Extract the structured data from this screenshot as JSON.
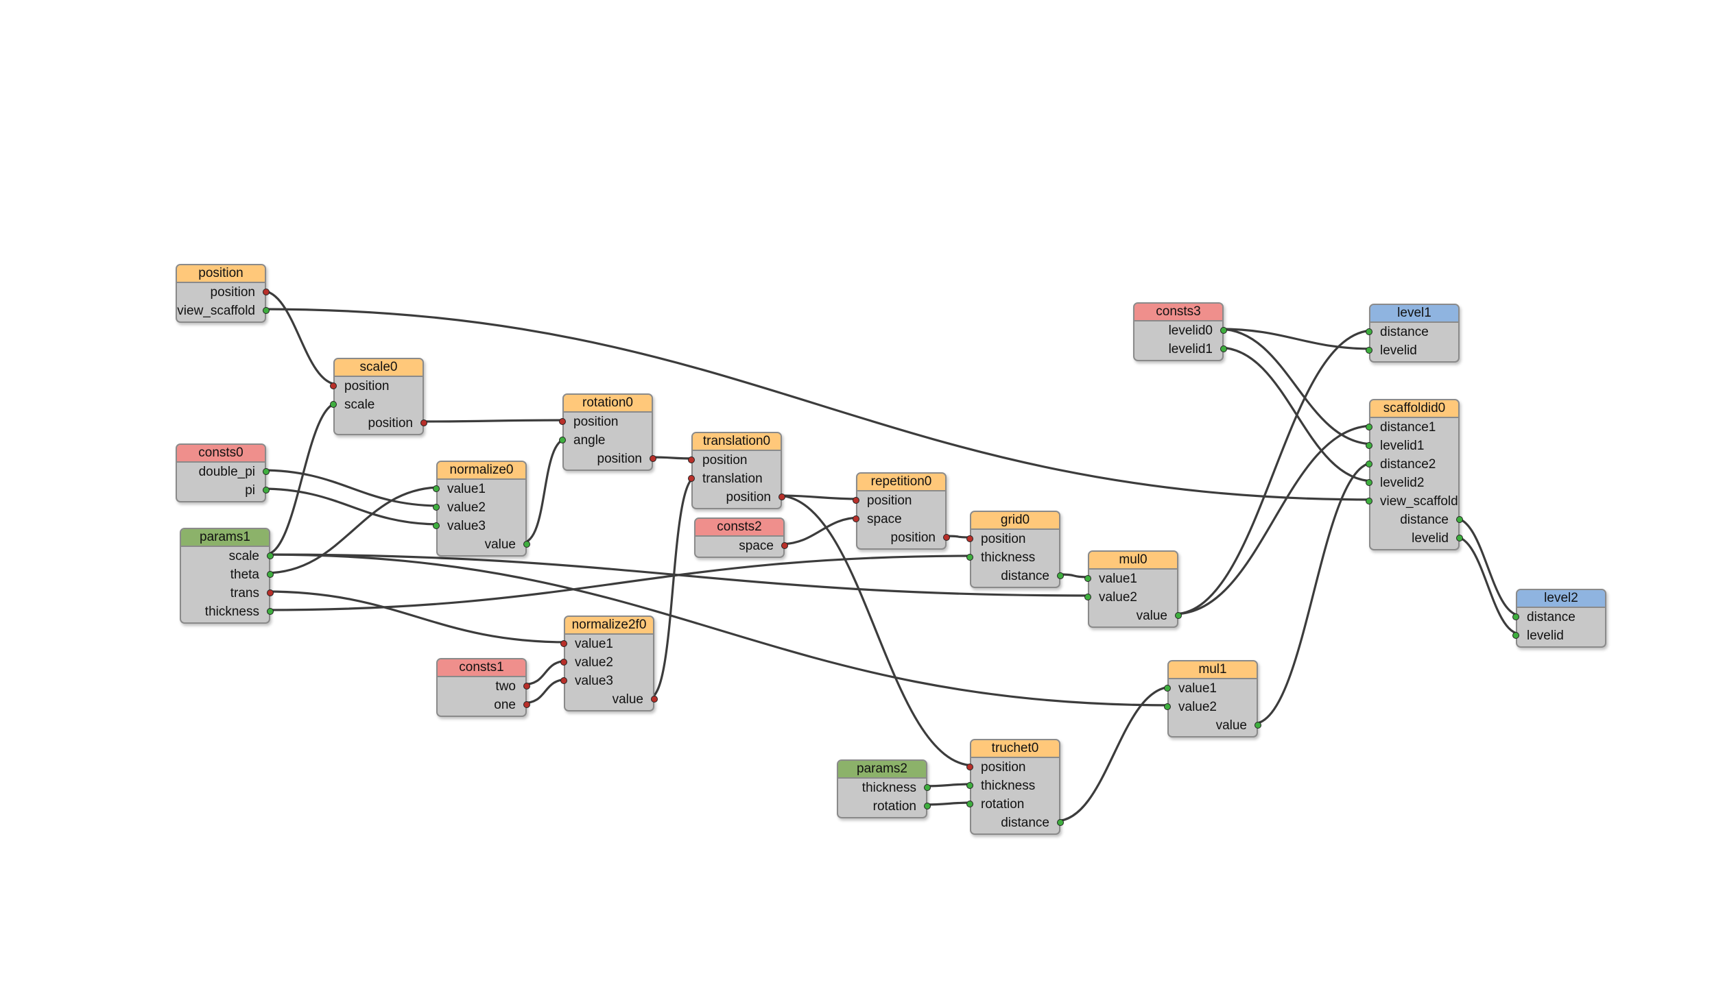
{
  "nodes": [
    {
      "id": "position",
      "title": "position",
      "color": "orange",
      "inputs": [],
      "outputs": [
        {
          "label": "position",
          "t": "r"
        },
        {
          "label": "view_scaffold",
          "t": "g"
        }
      ]
    },
    {
      "id": "scale0",
      "title": "scale0",
      "color": "orange",
      "inputs": [
        {
          "label": "position",
          "t": "r"
        },
        {
          "label": "scale",
          "t": "g"
        }
      ],
      "outputs": [
        {
          "label": "position",
          "t": "r"
        }
      ]
    },
    {
      "id": "rotation0",
      "title": "rotation0",
      "color": "orange",
      "inputs": [
        {
          "label": "position",
          "t": "r"
        },
        {
          "label": "angle",
          "t": "g"
        }
      ],
      "outputs": [
        {
          "label": "position",
          "t": "r"
        }
      ]
    },
    {
      "id": "consts0",
      "title": "consts0",
      "color": "red",
      "inputs": [],
      "outputs": [
        {
          "label": "double_pi",
          "t": "g"
        },
        {
          "label": "pi",
          "t": "g"
        }
      ]
    },
    {
      "id": "normalize0",
      "title": "normalize0",
      "color": "orange",
      "inputs": [
        {
          "label": "value1",
          "t": "g"
        },
        {
          "label": "value2",
          "t": "g"
        },
        {
          "label": "value3",
          "t": "g"
        }
      ],
      "outputs": [
        {
          "label": "value",
          "t": "g"
        }
      ]
    },
    {
      "id": "translation0",
      "title": "translation0",
      "color": "orange",
      "inputs": [
        {
          "label": "position",
          "t": "r"
        },
        {
          "label": "translation",
          "t": "r"
        }
      ],
      "outputs": [
        {
          "label": "position",
          "t": "r"
        }
      ]
    },
    {
      "id": "repetition0",
      "title": "repetition0",
      "color": "orange",
      "inputs": [
        {
          "label": "position",
          "t": "r"
        },
        {
          "label": "space",
          "t": "r"
        }
      ],
      "outputs": [
        {
          "label": "position",
          "t": "r"
        }
      ]
    },
    {
      "id": "consts2",
      "title": "consts2",
      "color": "red",
      "inputs": [],
      "outputs": [
        {
          "label": "space",
          "t": "r"
        }
      ]
    },
    {
      "id": "params1",
      "title": "params1",
      "color": "green",
      "inputs": [],
      "outputs": [
        {
          "label": "scale",
          "t": "g"
        },
        {
          "label": "theta",
          "t": "g"
        },
        {
          "label": "trans",
          "t": "r"
        },
        {
          "label": "thickness",
          "t": "g"
        }
      ]
    },
    {
      "id": "grid0",
      "title": "grid0",
      "color": "orange",
      "inputs": [
        {
          "label": "position",
          "t": "r"
        },
        {
          "label": "thickness",
          "t": "g"
        }
      ],
      "outputs": [
        {
          "label": "distance",
          "t": "g"
        }
      ]
    },
    {
      "id": "mul0",
      "title": "mul0",
      "color": "orange",
      "inputs": [
        {
          "label": "value1",
          "t": "g"
        },
        {
          "label": "value2",
          "t": "g"
        }
      ],
      "outputs": [
        {
          "label": "value",
          "t": "g"
        }
      ]
    },
    {
      "id": "consts3",
      "title": "consts3",
      "color": "red",
      "inputs": [],
      "outputs": [
        {
          "label": "levelid0",
          "t": "g"
        },
        {
          "label": "levelid1",
          "t": "g"
        }
      ]
    },
    {
      "id": "level1",
      "title": "level1",
      "color": "blue",
      "inputs": [
        {
          "label": "distance",
          "t": "g"
        },
        {
          "label": "levelid",
          "t": "g"
        }
      ],
      "outputs": []
    },
    {
      "id": "scaffoldid0",
      "title": "scaffoldid0",
      "color": "orange",
      "inputs": [
        {
          "label": "distance1",
          "t": "g"
        },
        {
          "label": "levelid1",
          "t": "g"
        },
        {
          "label": "distance2",
          "t": "g"
        },
        {
          "label": "levelid2",
          "t": "g"
        },
        {
          "label": "view_scaffold",
          "t": "g"
        }
      ],
      "outputs": [
        {
          "label": "distance",
          "t": "g"
        },
        {
          "label": "levelid",
          "t": "g"
        }
      ]
    },
    {
      "id": "level2",
      "title": "level2",
      "color": "blue",
      "inputs": [
        {
          "label": "distance",
          "t": "g"
        },
        {
          "label": "levelid",
          "t": "g"
        }
      ],
      "outputs": []
    },
    {
      "id": "normalize2f0",
      "title": "normalize2f0",
      "color": "orange",
      "inputs": [
        {
          "label": "value1",
          "t": "r"
        },
        {
          "label": "value2",
          "t": "r"
        },
        {
          "label": "value3",
          "t": "r"
        }
      ],
      "outputs": [
        {
          "label": "value",
          "t": "r"
        }
      ]
    },
    {
      "id": "consts1",
      "title": "consts1",
      "color": "red",
      "inputs": [],
      "outputs": [
        {
          "label": "two",
          "t": "r"
        },
        {
          "label": "one",
          "t": "r"
        }
      ]
    },
    {
      "id": "mul1",
      "title": "mul1",
      "color": "orange",
      "inputs": [
        {
          "label": "value1",
          "t": "g"
        },
        {
          "label": "value2",
          "t": "g"
        }
      ],
      "outputs": [
        {
          "label": "value",
          "t": "g"
        }
      ]
    },
    {
      "id": "params2",
      "title": "params2",
      "color": "green",
      "inputs": [],
      "outputs": [
        {
          "label": "thickness",
          "t": "g"
        },
        {
          "label": "rotation",
          "t": "g"
        }
      ]
    },
    {
      "id": "truchet0",
      "title": "truchet0",
      "color": "orange",
      "inputs": [
        {
          "label": "position",
          "t": "r"
        },
        {
          "label": "thickness",
          "t": "g"
        },
        {
          "label": "rotation",
          "t": "g"
        }
      ],
      "outputs": [
        {
          "label": "distance",
          "t": "g"
        }
      ]
    }
  ],
  "edges": [
    {
      "from": "position.position",
      "to": "scale0.position"
    },
    {
      "from": "position.view_scaffold",
      "to": "scaffoldid0.view_scaffold"
    },
    {
      "from": "scale0.position",
      "to": "rotation0.position"
    },
    {
      "from": "params1.scale",
      "to": "scale0.scale"
    },
    {
      "from": "rotation0.position",
      "to": "translation0.position"
    },
    {
      "from": "normalize0.value",
      "to": "rotation0.angle"
    },
    {
      "from": "consts0.double_pi",
      "to": "normalize0.value2"
    },
    {
      "from": "consts0.pi",
      "to": "normalize0.value3"
    },
    {
      "from": "params1.theta",
      "to": "normalize0.value1"
    },
    {
      "from": "normalize2f0.value",
      "to": "translation0.translation"
    },
    {
      "from": "translation0.position",
      "to": "repetition0.position"
    },
    {
      "from": "translation0.position",
      "to": "truchet0.position"
    },
    {
      "from": "consts2.space",
      "to": "repetition0.space"
    },
    {
      "from": "repetition0.position",
      "to": "grid0.position"
    },
    {
      "from": "params1.thickness",
      "to": "grid0.thickness"
    },
    {
      "from": "params1.scale",
      "to": "mul0.value2"
    },
    {
      "from": "params1.scale",
      "to": "mul1.value2"
    },
    {
      "from": "params1.trans",
      "to": "normalize2f0.value1"
    },
    {
      "from": "consts1.two",
      "to": "normalize2f0.value2"
    },
    {
      "from": "consts1.one",
      "to": "normalize2f0.value3"
    },
    {
      "from": "grid0.distance",
      "to": "mul0.value1"
    },
    {
      "from": "mul0.value",
      "to": "level1.distance"
    },
    {
      "from": "mul0.value",
      "to": "scaffoldid0.distance1"
    },
    {
      "from": "consts3.levelid0",
      "to": "level1.levelid"
    },
    {
      "from": "consts3.levelid0",
      "to": "scaffoldid0.levelid1"
    },
    {
      "from": "consts3.levelid1",
      "to": "scaffoldid0.levelid2"
    },
    {
      "from": "mul1.value",
      "to": "scaffoldid0.distance2"
    },
    {
      "from": "truchet0.distance",
      "to": "mul1.value1"
    },
    {
      "from": "params2.thickness",
      "to": "truchet0.thickness"
    },
    {
      "from": "params2.rotation",
      "to": "truchet0.rotation"
    },
    {
      "from": "scaffoldid0.distance",
      "to": "level2.distance"
    },
    {
      "from": "scaffoldid0.levelid",
      "to": "level2.levelid"
    }
  ]
}
